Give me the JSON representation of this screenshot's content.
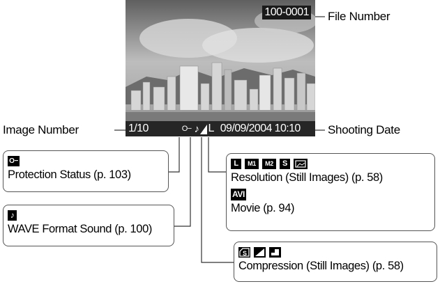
{
  "photo": {
    "file_number": "100-0001",
    "image_number": "1/10",
    "date_time": "09/09/2004 10:10",
    "resolution_char": "L"
  },
  "labels": {
    "file_number": "File Number",
    "image_number": "Image Number",
    "shooting_date": "Shooting Date"
  },
  "boxes": {
    "protection": {
      "text": "Protection Status (p. 103)"
    },
    "wave": {
      "text": "WAVE Format Sound (p. 100)"
    },
    "resolution": {
      "icons": [
        "L",
        "M1",
        "M2",
        "S",
        "postcard"
      ],
      "text": "Resolution (Still Images) (p. 58)",
      "movie_icon": "AVI",
      "movie_text": "Movie (p. 94)"
    },
    "compression": {
      "icons": [
        "S",
        "fine",
        "normal"
      ],
      "text": "Compression (Still Images) (p. 58)"
    }
  }
}
